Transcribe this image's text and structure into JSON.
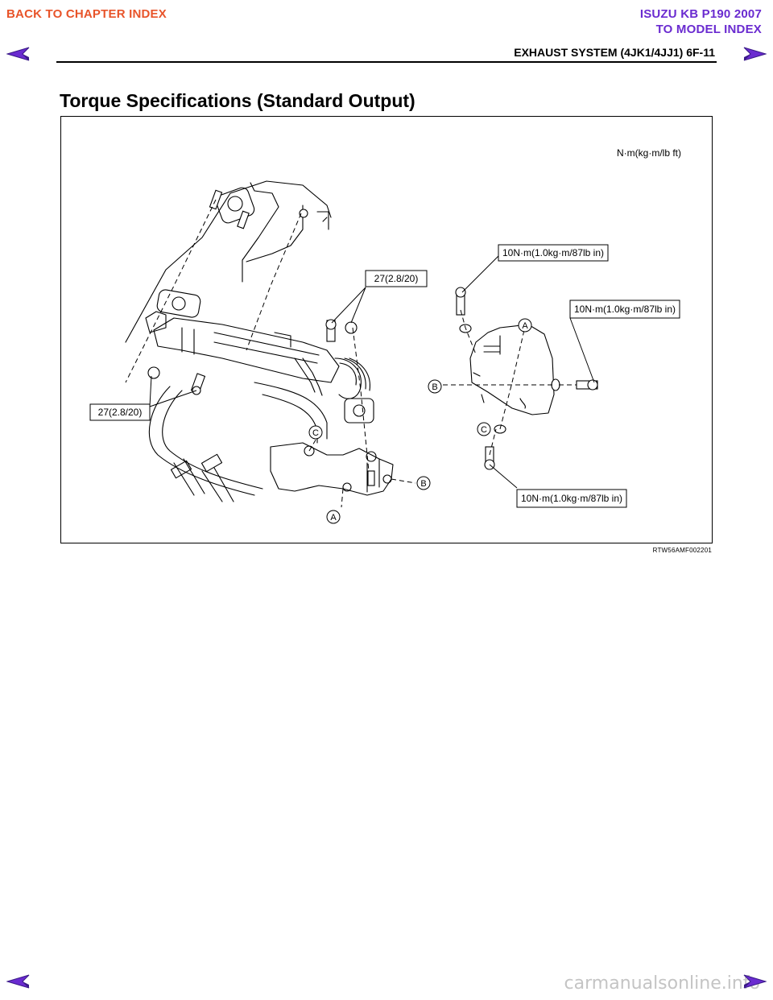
{
  "nav": {
    "back_to_chapter": "BACK TO CHAPTER INDEX",
    "model_title": "ISUZU KB P190 2007",
    "to_model_index": "TO MODEL INDEX",
    "prev_icon": "left-arrow-icon",
    "next_icon": "right-arrow-icon"
  },
  "header": {
    "section": "EXHAUST SYSTEM (4JK1/4JJ1)  6F-11"
  },
  "page": {
    "title": "Torque Specifications (Standard Output)"
  },
  "figure": {
    "units_label": "N·m(kg·m/lb ft)",
    "callouts": {
      "torque_left": "27(2.8/20)",
      "torque_center": "27(2.8/20)",
      "torque_top_right": "10N·m(1.0kg·m/87lb in)",
      "torque_right": "10N·m(1.0kg·m/87lb in)",
      "torque_bottom_right": "10N·m(1.0kg·m/87lb in)"
    },
    "markers": {
      "a": "A",
      "b": "B",
      "c": "C"
    },
    "code": "RTW56AMF002201"
  },
  "footer": {
    "watermark": "carmanualsonline.info"
  },
  "colors": {
    "back_link": "#e8542a",
    "model_link": "#6a2bd0",
    "arrow_fill": "#6a2bd0"
  }
}
